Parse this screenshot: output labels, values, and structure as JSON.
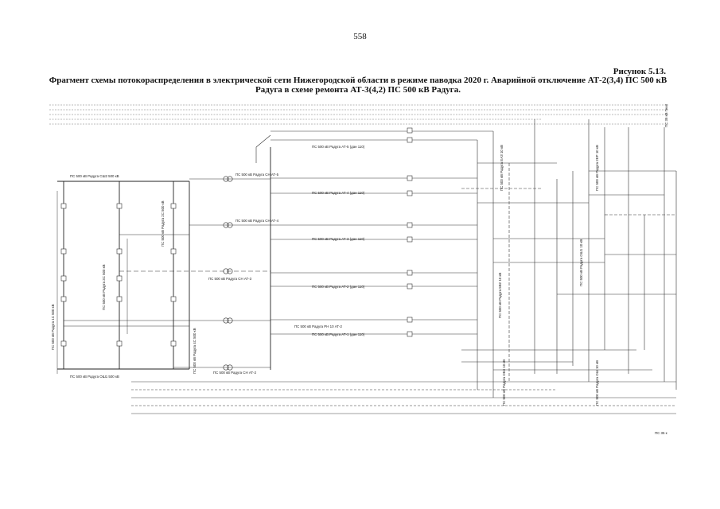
{
  "page": {
    "number": "558"
  },
  "figure": {
    "label": "Рисунок 5.13.",
    "caption": "Фрагмент схемы потокораспределения в электрической сети Нижегородской области в режиме паводка 2020 г. Аварийной отключение АТ-2(3,4) ПС 500 кВ Радуга в схеме ремонта АТ-3(4,2) ПС 500 кВ Радуга."
  },
  "diagram": {
    "bus_top": "ПС 500 кВ Радуга СШ2 500 кВ",
    "bus_bottom": "ПС 500 кВ Радуга ОШ1 500 кВ",
    "bus_left_vertical": "ПС 500 кВ Радуга 1С 500 кВ",
    "bus_mid_vertical": "ПС 500 кВ Радуга 3С 500 кВ",
    "bus_2s_vertical": "ПС 500 кВ Радуга 2С 500 кВ",
    "bus_4s_vertical": "ПС 500 кВ Радуга 4С 500 кВ",
    "at_labels": [
      "ПС 500 кВ Радуга АТ-5 (дан 110)",
      "ПС 500 кВ Радуга АТ-4 (дан 110)",
      "ПС 500 кВ Радуга АТ-3 (дан 110)",
      "ПС 500 кВ Радуга АТ-2 (дан 110)",
      "ПС 500 кВ Радуга АТ-1 (дан 110)"
    ],
    "transformer_labels": [
      "ПС 500 кВ Радуга СН АТ-5",
      "ПС 500 кВ Радуга СН АТ-4",
      "ПС 500 кВ Радуга СН АТ-3",
      "ПС 500 кВ Радуга СН АТ-2",
      "ПС 500 кВ Радуга РН 10 АТ-2"
    ],
    "right_vertical_labels": [
      "ПС 500 кВ Радуга ЕАЗ 10 кВ",
      "ПС 500 кВ Радуга 2ЕР 10 кВ",
      "ПС 500 кВ Радуга ОШ1 10 кВ",
      "ПС 500 кВ Радуга 5В2 10 кВ",
      "ПС 500 кВ Радуга ОБ3 10 кВ",
      "ПС 500 кВ Радуга ОШ 10 кВ"
    ],
    "edge_labels": [
      "ПС 35 кВ Гнил",
      "ПС 35 к"
    ]
  }
}
